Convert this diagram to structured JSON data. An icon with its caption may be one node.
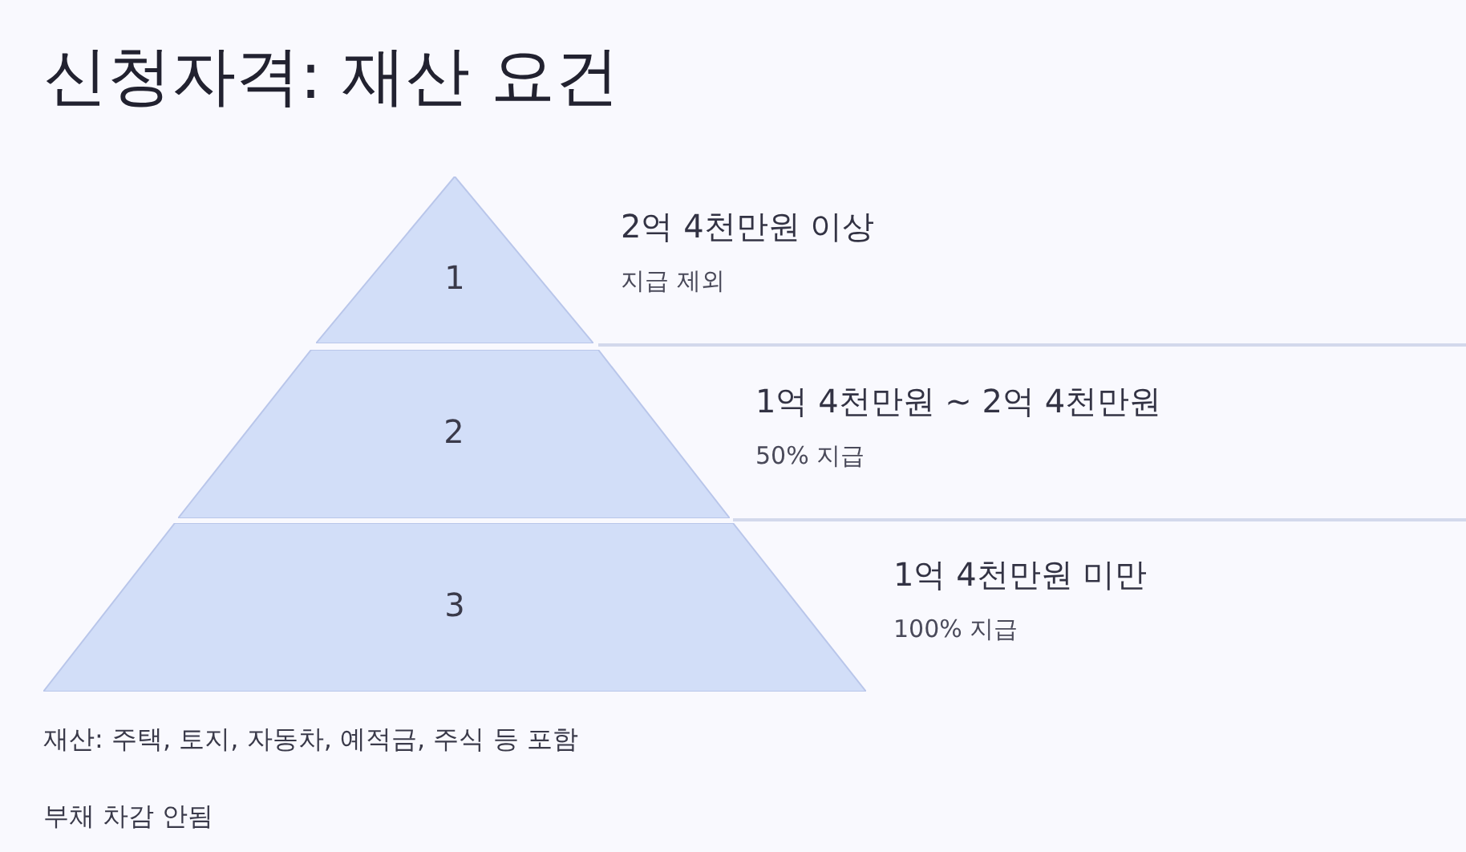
{
  "diagram": {
    "title": "신청자격: 재산 요건",
    "nodes": [
      {
        "text": [
          "1"
        ],
        "beside": [
          "2억 4천만원 이상",
          "지급 제외"
        ]
      },
      {
        "text": [
          "2"
        ],
        "beside": [
          "1억 4천만원 ~ 2억 4천만원",
          "50% 지급"
        ]
      },
      {
        "text": [
          "3"
        ],
        "beside": [
          "1억 4천만원 미만",
          "100% 지급"
        ]
      }
    ],
    "labels": [
      "재산: 주택, 토지, 자동차, 예적금, 주식 등 포함",
      "부채 차감 안됨"
    ]
  }
}
